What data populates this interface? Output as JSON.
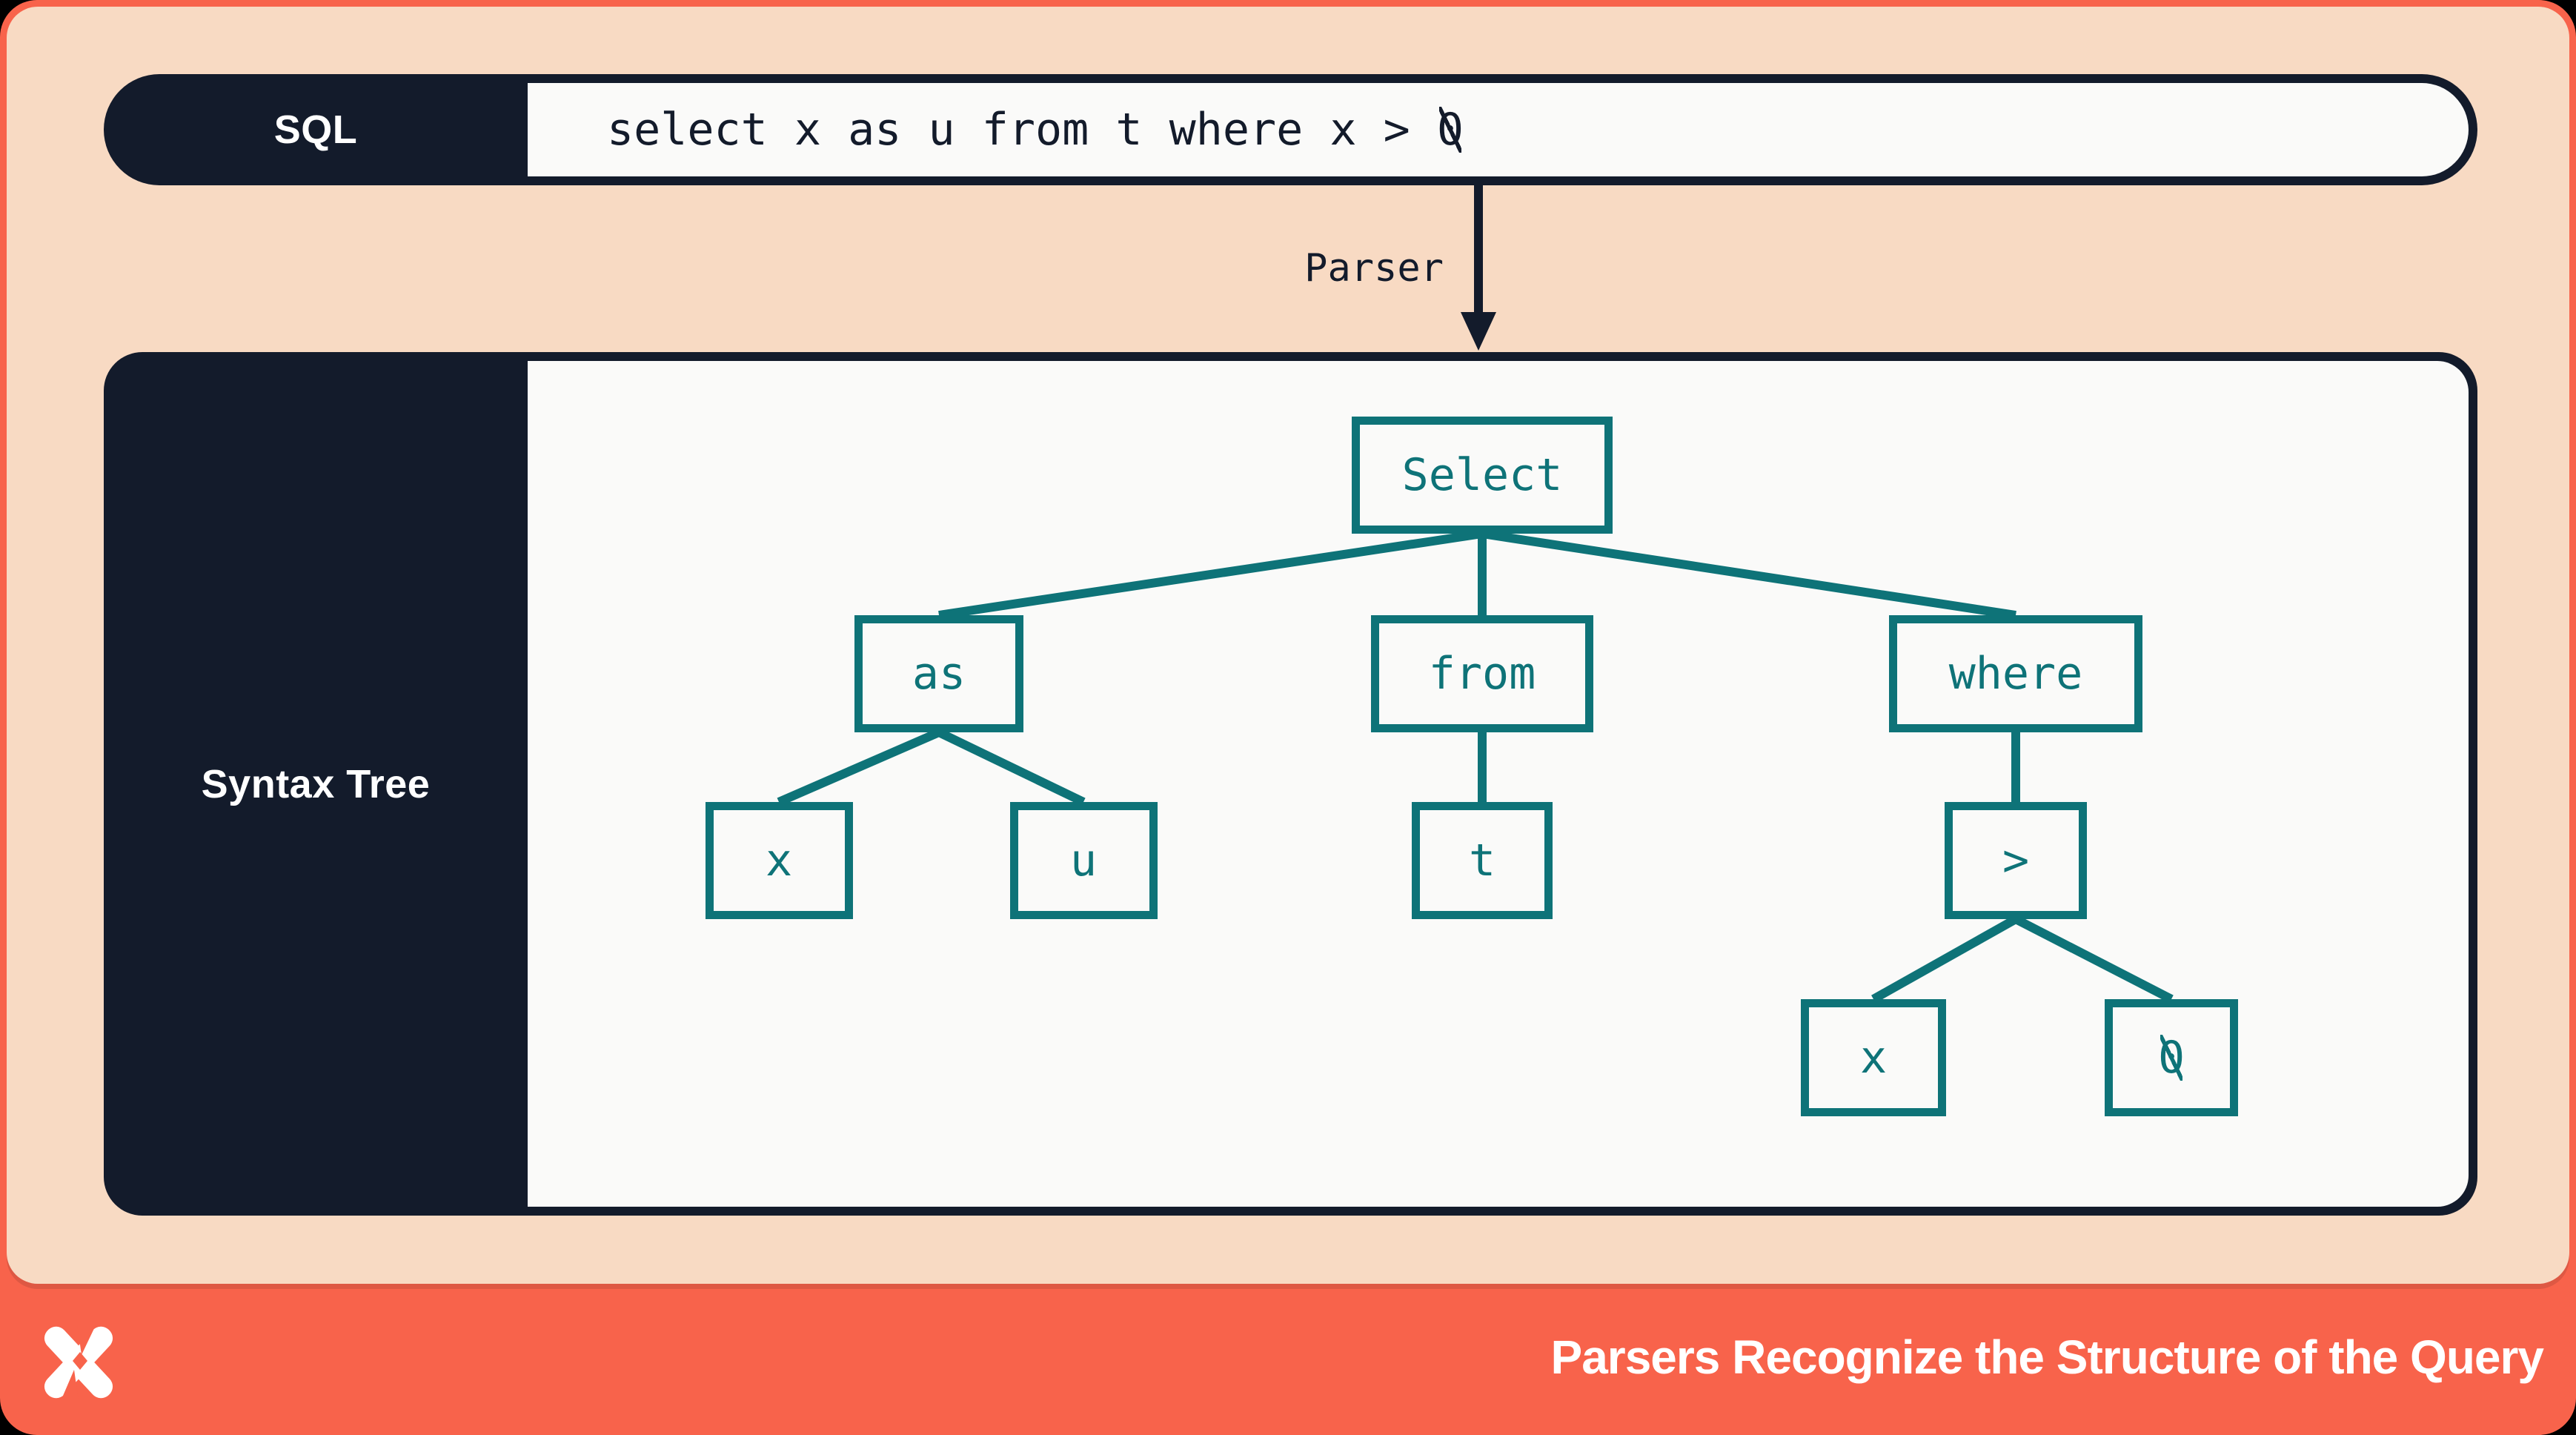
{
  "header": {
    "label": "SQL",
    "query": "select x as u from t where x > 0"
  },
  "parser": {
    "label": "Parser"
  },
  "syntax_tree": {
    "label": "Syntax Tree",
    "nodes": [
      {
        "id": "select",
        "label": "Select"
      },
      {
        "id": "as",
        "label": "as"
      },
      {
        "id": "from",
        "label": "from"
      },
      {
        "id": "where",
        "label": "where"
      },
      {
        "id": "x1",
        "label": "x"
      },
      {
        "id": "u",
        "label": "u"
      },
      {
        "id": "t",
        "label": "t"
      },
      {
        "id": "gt",
        "label": ">"
      },
      {
        "id": "x2",
        "label": "x"
      },
      {
        "id": "zero",
        "label": "0"
      }
    ],
    "edges": [
      [
        "select",
        "as"
      ],
      [
        "select",
        "from"
      ],
      [
        "select",
        "where"
      ],
      [
        "as",
        "x1"
      ],
      [
        "as",
        "u"
      ],
      [
        "from",
        "t"
      ],
      [
        "where",
        "gt"
      ],
      [
        "gt",
        "x2"
      ],
      [
        "gt",
        "zero"
      ]
    ]
  },
  "footer": {
    "title": "Parsers Recognize the Structure of the Query",
    "logo": "x-star-logo"
  },
  "colors": {
    "coral": "#F8634B",
    "peach": "#F8DAC3",
    "navy": "#131B2B",
    "teal": "#0E7378",
    "paper": "#FAFAF9"
  }
}
